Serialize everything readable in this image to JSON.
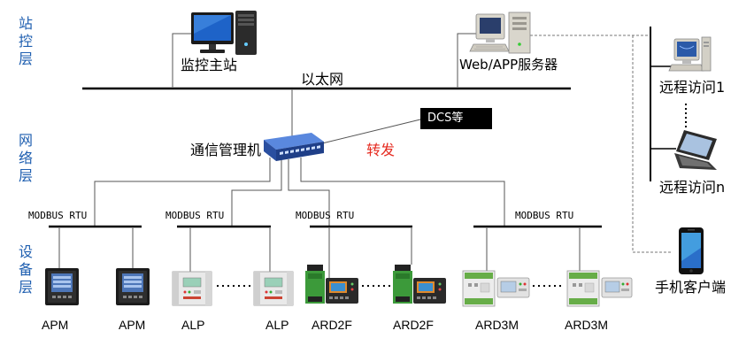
{
  "layers": {
    "station": "站控层",
    "network": "网络层",
    "device": "设备层"
  },
  "station_layer": {
    "monitor_station": "监控主站",
    "server": "Web/APP服务器",
    "ethernet": "以太网"
  },
  "network_layer": {
    "comm_manager": "通信管理机",
    "dcs": "DCS等",
    "forward": "转发"
  },
  "remote_access": {
    "access_1": "远程访问1",
    "access_n": "远程访问n",
    "mobile_client": "手机客户端"
  },
  "buses": [
    {
      "label": "MODBUS RTU"
    },
    {
      "label": "MODBUS RTU"
    },
    {
      "label": "MODBUS RTU"
    },
    {
      "label": "MODBUS RTU"
    }
  ],
  "devices": [
    "APM",
    "APM",
    "ALP",
    "ALP",
    "ARD2F",
    "ARD2F",
    "ARD3M",
    "ARD3M"
  ],
  "icons": {
    "monitor_station": "desktop-computer-icon",
    "server": "server-computer-icon",
    "comm_manager": "network-switch-icon",
    "remote_access_1": "desktop-computer-icon",
    "remote_access_n": "laptop-icon",
    "mobile_client": "smartphone-icon",
    "devices": [
      "apm-meter-icon",
      "apm-meter-icon",
      "alp-device-icon",
      "alp-device-icon",
      "ard2f-device-icon",
      "ard2f-device-icon",
      "ard3m-device-icon",
      "ard3m-device-icon"
    ]
  },
  "colors": {
    "layer_label": "#1f5fb0",
    "forward": "#e52a1f",
    "dcs_box": "#000000",
    "dcs_text": "#ffffff",
    "switch": "#3563c2"
  }
}
